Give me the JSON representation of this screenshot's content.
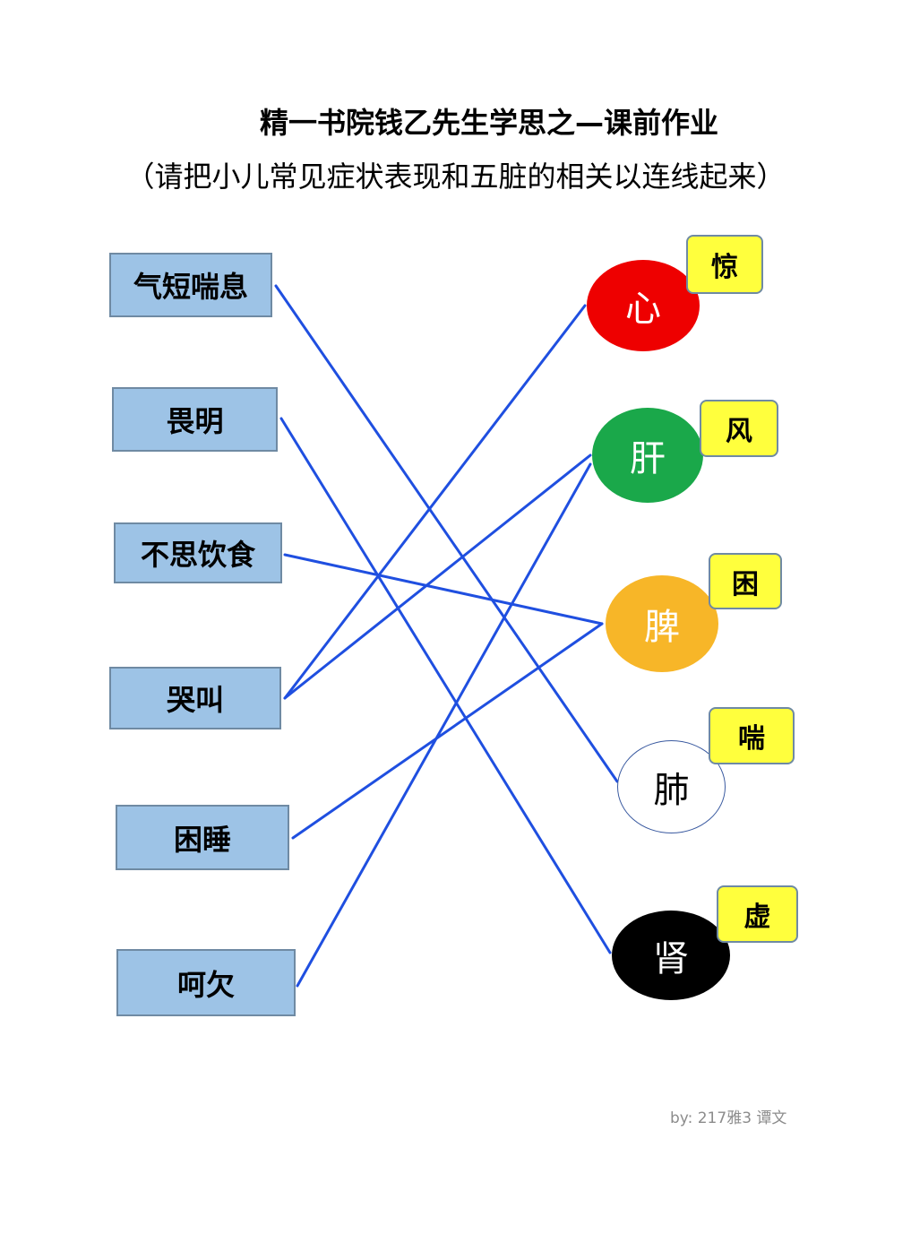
{
  "title": "精一书院钱乙先生学思之—课前作业",
  "subtitle": "（请把小儿常见症状表现和五脏的相关以连线起来）",
  "symptoms": [
    "气短喘息",
    "畏明",
    "不思饮食",
    "哭叫",
    "困睡",
    "呵欠"
  ],
  "organs": [
    {
      "label": "心",
      "tag": "惊",
      "color": "#ee0000",
      "text_color": "#ffffff"
    },
    {
      "label": "肝",
      "tag": "风",
      "color": "#1aa84a",
      "text_color": "#ffffff"
    },
    {
      "label": "脾",
      "tag": "困",
      "color": "#f7b628",
      "text_color": "#ffffff"
    },
    {
      "label": "肺",
      "tag": "喘",
      "color": "#ffffff",
      "text_color": "#000000"
    },
    {
      "label": "肾",
      "tag": "虚",
      "color": "#000000",
      "text_color": "#ffffff"
    }
  ],
  "connections": [
    {
      "symptom": "气短喘息",
      "organ": "肺"
    },
    {
      "symptom": "畏明",
      "organ": "肾"
    },
    {
      "symptom": "不思饮食",
      "organ": "脾"
    },
    {
      "symptom": "哭叫",
      "organ": "心"
    },
    {
      "symptom": "哭叫",
      "organ": "肝"
    },
    {
      "symptom": "困睡",
      "organ": "脾"
    },
    {
      "symptom": "呵欠",
      "organ": "肝"
    }
  ],
  "line_color": "#1f4fe0",
  "credit": "by: 217雅3 谭文"
}
